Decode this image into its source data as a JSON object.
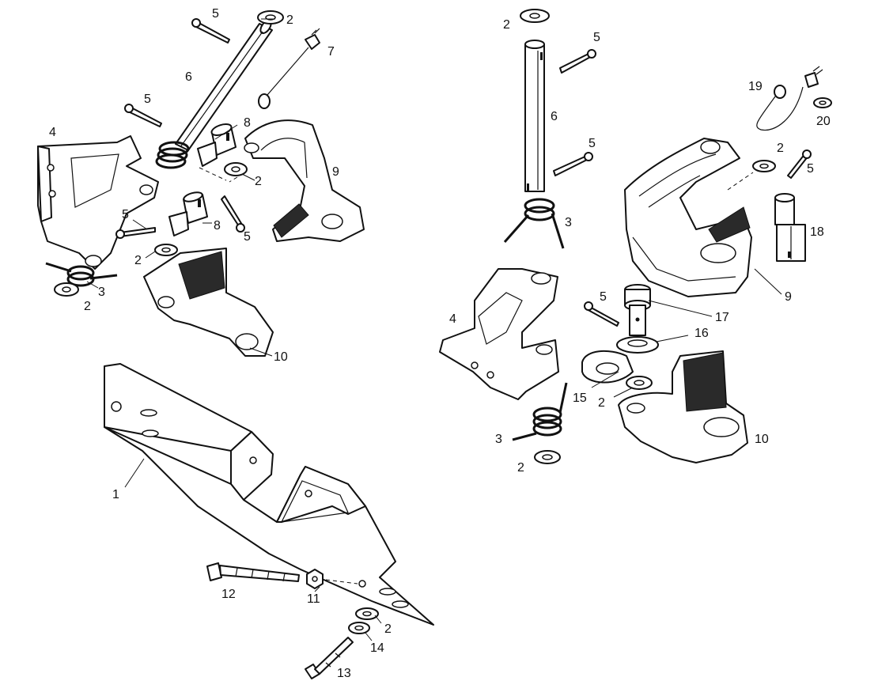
{
  "callouts": {
    "c5a": "5",
    "c2a": "2",
    "c6a": "6",
    "c7": "7",
    "c5b": "5",
    "c4a": "4",
    "c8a": "8",
    "c2b": "2",
    "c9a": "9",
    "c5c": "5",
    "c8b": "8",
    "c5d": "5",
    "c2c": "2",
    "c3a": "3",
    "c2d": "2",
    "c10a": "10",
    "c1": "1",
    "c12": "12",
    "c11": "11",
    "c2e": "2",
    "c14": "14",
    "c13": "13",
    "c2f": "2",
    "c5e": "5",
    "c6b": "6",
    "c5f": "5",
    "c3b": "3",
    "c19": "19",
    "c20": "20",
    "c2g": "2",
    "c5g": "5",
    "c18": "18",
    "c9b": "9",
    "c4b": "4",
    "c5h": "5",
    "c17": "17",
    "c16": "16",
    "c15": "15",
    "c2h": "2",
    "c10b": "10",
    "c3c": "3",
    "c2i": "2"
  }
}
